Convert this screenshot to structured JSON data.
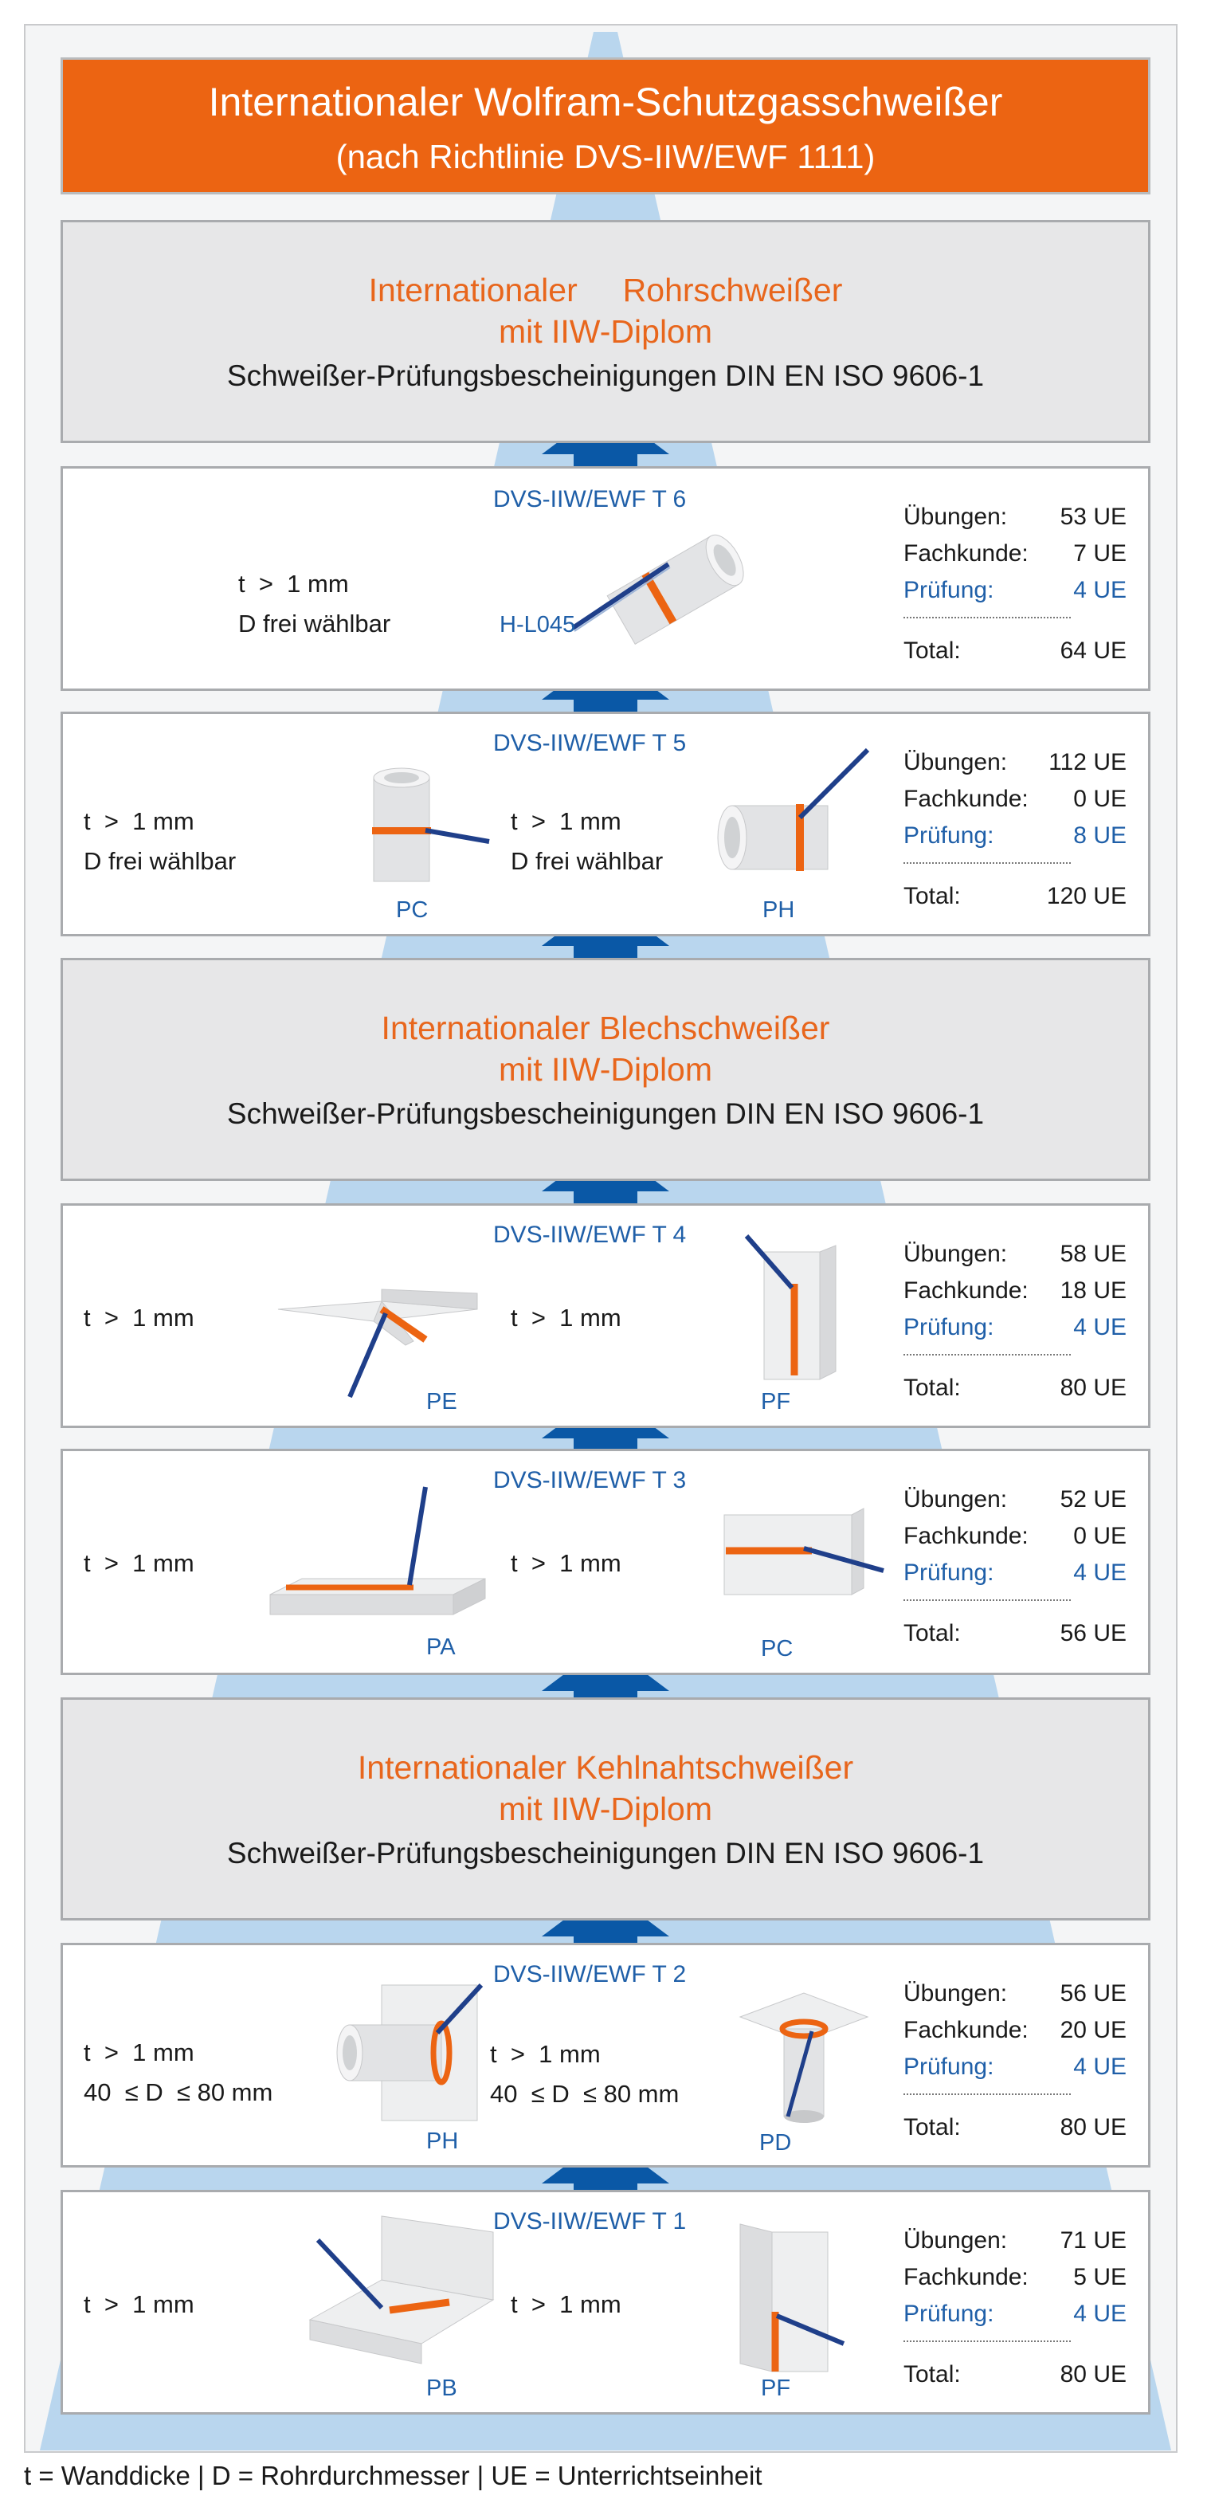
{
  "header": {
    "title": "Internationaler Wolfram-Schutzgasschweißer",
    "subtitle": "(nach Richtlinie DVS-IIW/EWF 1111)"
  },
  "qualifications": [
    {
      "line1": "Internationaler     Rohrschweißer",
      "line2": "mit IIW-Diplom",
      "line3": "Schweißer-Prüfungsbescheinigungen DIN EN ISO 9606-1"
    },
    {
      "line1": "Internationaler Blechschweißer",
      "line2": "mit IIW-Diplom",
      "line3": "Schweißer-Prüfungsbescheinigungen DIN EN ISO 9606-1"
    },
    {
      "line1": "Internationaler Kehlnahtschweißer",
      "line2": "mit IIW-Diplom",
      "line3": "Schweißer-Prüfungsbescheinigungen DIN EN ISO 9606-1"
    }
  ],
  "levels": [
    {
      "name": "DVS-IIW/EWF T 6",
      "params": [
        {
          "t": "t  >  1 mm",
          "d": "D frei wählbar"
        }
      ],
      "positions": [
        "H-L045"
      ],
      "stats": {
        "uebungen_label": "Übungen:",
        "uebungen": "53 UE",
        "fachkunde_label": "Fachkunde:",
        "fachkunde": "7 UE",
        "pruefung_label": "Prüfung:",
        "pruefung": "4 UE",
        "total_label": "Total:",
        "total": "64 UE"
      }
    },
    {
      "name": "DVS-IIW/EWF T 5",
      "params": [
        {
          "t": "t  >  1 mm",
          "d": "D frei wählbar"
        },
        {
          "t": "t  >  1 mm",
          "d": "D frei wählbar"
        }
      ],
      "positions": [
        "PC",
        "PH"
      ],
      "stats": {
        "uebungen_label": "Übungen:",
        "uebungen": "112 UE",
        "fachkunde_label": "Fachkunde:",
        "fachkunde": "0 UE",
        "pruefung_label": "Prüfung:",
        "pruefung": "8 UE",
        "total_label": "Total:",
        "total": "120 UE"
      }
    },
    {
      "name": "DVS-IIW/EWF T 4",
      "params": [
        {
          "t": "t  >  1 mm",
          "d": ""
        },
        {
          "t": "t  >  1 mm",
          "d": ""
        }
      ],
      "positions": [
        "PE",
        "PF"
      ],
      "stats": {
        "uebungen_label": "Übungen:",
        "uebungen": "58 UE",
        "fachkunde_label": "Fachkunde:",
        "fachkunde": "18 UE",
        "pruefung_label": "Prüfung:",
        "pruefung": "4 UE",
        "total_label": "Total:",
        "total": "80 UE"
      }
    },
    {
      "name": "DVS-IIW/EWF T 3",
      "params": [
        {
          "t": "t  >  1 mm",
          "d": ""
        },
        {
          "t": "t  >  1 mm",
          "d": ""
        }
      ],
      "positions": [
        "PA",
        "PC"
      ],
      "stats": {
        "uebungen_label": "Übungen:",
        "uebungen": "52 UE",
        "fachkunde_label": "Fachkunde:",
        "fachkunde": "0 UE",
        "pruefung_label": "Prüfung:",
        "pruefung": "4 UE",
        "total_label": "Total:",
        "total": "56 UE"
      }
    },
    {
      "name": "DVS-IIW/EWF T 2",
      "params": [
        {
          "t": "t  >  1 mm",
          "d": "40  ≤ D  ≤ 80 mm"
        },
        {
          "t": "t  >  1 mm",
          "d": "40  ≤ D  ≤ 80 mm"
        }
      ],
      "positions": [
        "PH",
        "PD"
      ],
      "stats": {
        "uebungen_label": "Übungen:",
        "uebungen": "56 UE",
        "fachkunde_label": "Fachkunde:",
        "fachkunde": "20 UE",
        "pruefung_label": "Prüfung:",
        "pruefung": "4 UE",
        "total_label": "Total:",
        "total": "80 UE"
      }
    },
    {
      "name": "DVS-IIW/EWF T 1",
      "params": [
        {
          "t": "t  >  1 mm",
          "d": ""
        },
        {
          "t": "t  >  1 mm",
          "d": ""
        }
      ],
      "positions": [
        "PB",
        "PF"
      ],
      "stats": {
        "uebungen_label": "Übungen:",
        "uebungen": "71 UE",
        "fachkunde_label": "Fachkunde:",
        "fachkunde": "5 UE",
        "pruefung_label": "Prüfung:",
        "pruefung": "4 UE",
        "total_label": "Total:",
        "total": "80 UE"
      }
    }
  ],
  "footer": "t = Wanddicke | D = Rohrdurchmesser | UE  = Unterrichtseinheit",
  "colors": {
    "orange": "#ec6412",
    "blue": "#0a58a6",
    "light_blue": "#b9d6ee",
    "text_blue": "#1f5fa8"
  }
}
